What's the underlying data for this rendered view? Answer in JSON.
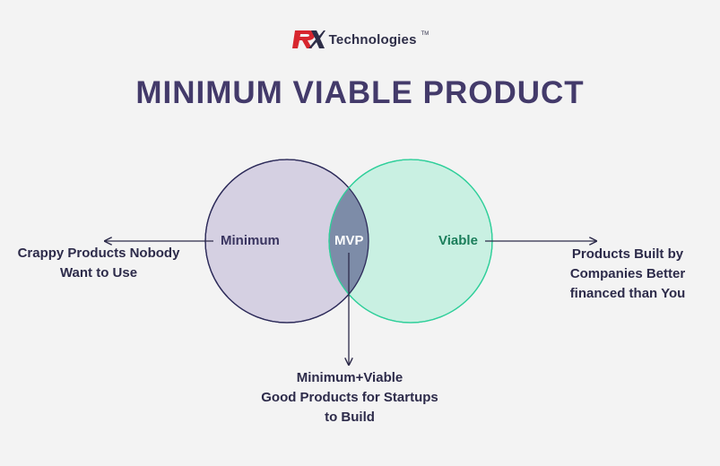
{
  "brand": {
    "logo_mark": "RX",
    "name": "Technologies",
    "tm": "TM",
    "mark_color": "#d7262e",
    "text_color": "#2e2e48"
  },
  "title": "MINIMUM VIABLE PRODUCT",
  "venn": {
    "left_label": "Minimum",
    "overlap_label": "MVP",
    "right_label": "Viable",
    "left_color": "#d5d0e2",
    "right_color": "#c9f0e2",
    "overlap_color": "#7d8ca8"
  },
  "descriptions": {
    "left": [
      "Crappy Products Nobody",
      "Want to Use"
    ],
    "right": [
      "Products Built by",
      "Companies Better",
      "financed than You"
    ],
    "bottom": [
      "Minimum+Viable",
      "Good Products for Startups",
      "to Build"
    ]
  }
}
